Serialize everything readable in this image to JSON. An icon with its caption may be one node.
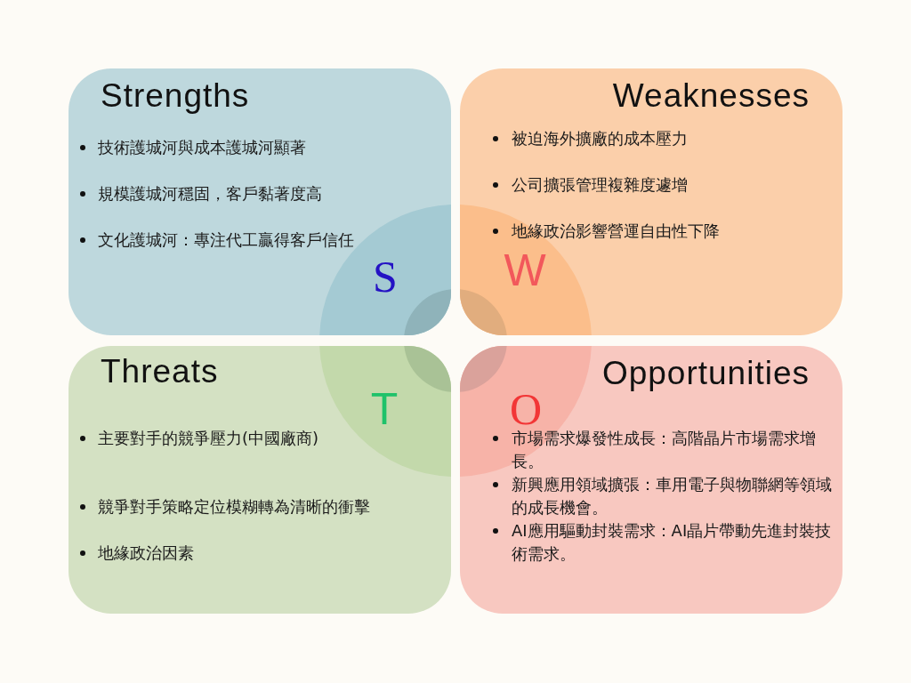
{
  "diagram": {
    "nodes": [
      {
        "text": [
          "Strengths",
          "技術護城河與成本護城河顯著",
          "規模護城河穩固，客戶黏著度高",
          "文化護城河：專注代工贏得客戶信任",
          "S"
        ]
      },
      {
        "text": [
          "Weaknesses",
          "被迫海外擴廠的成本壓力",
          "公司擴張管理複雜度遽增",
          "地緣政治影響營運自由性下降",
          "W"
        ]
      },
      {
        "text": [
          "Threats",
          "T",
          "主要對手的競爭壓力(中國廠商)",
          "競爭對手策略定位模糊轉為清晰的衝擊",
          "地緣政治因素"
        ]
      },
      {
        "text": [
          "Opportunities",
          "O",
          "市場需求爆發性成長：高階晶片市場需求增長。",
          "新興應用領域擴張：車用電子與物聯網等領域的成長機會。",
          "AI應用驅動封裝需求：AI晶片帶動先進封裝技術需求。"
        ]
      }
    ]
  }
}
